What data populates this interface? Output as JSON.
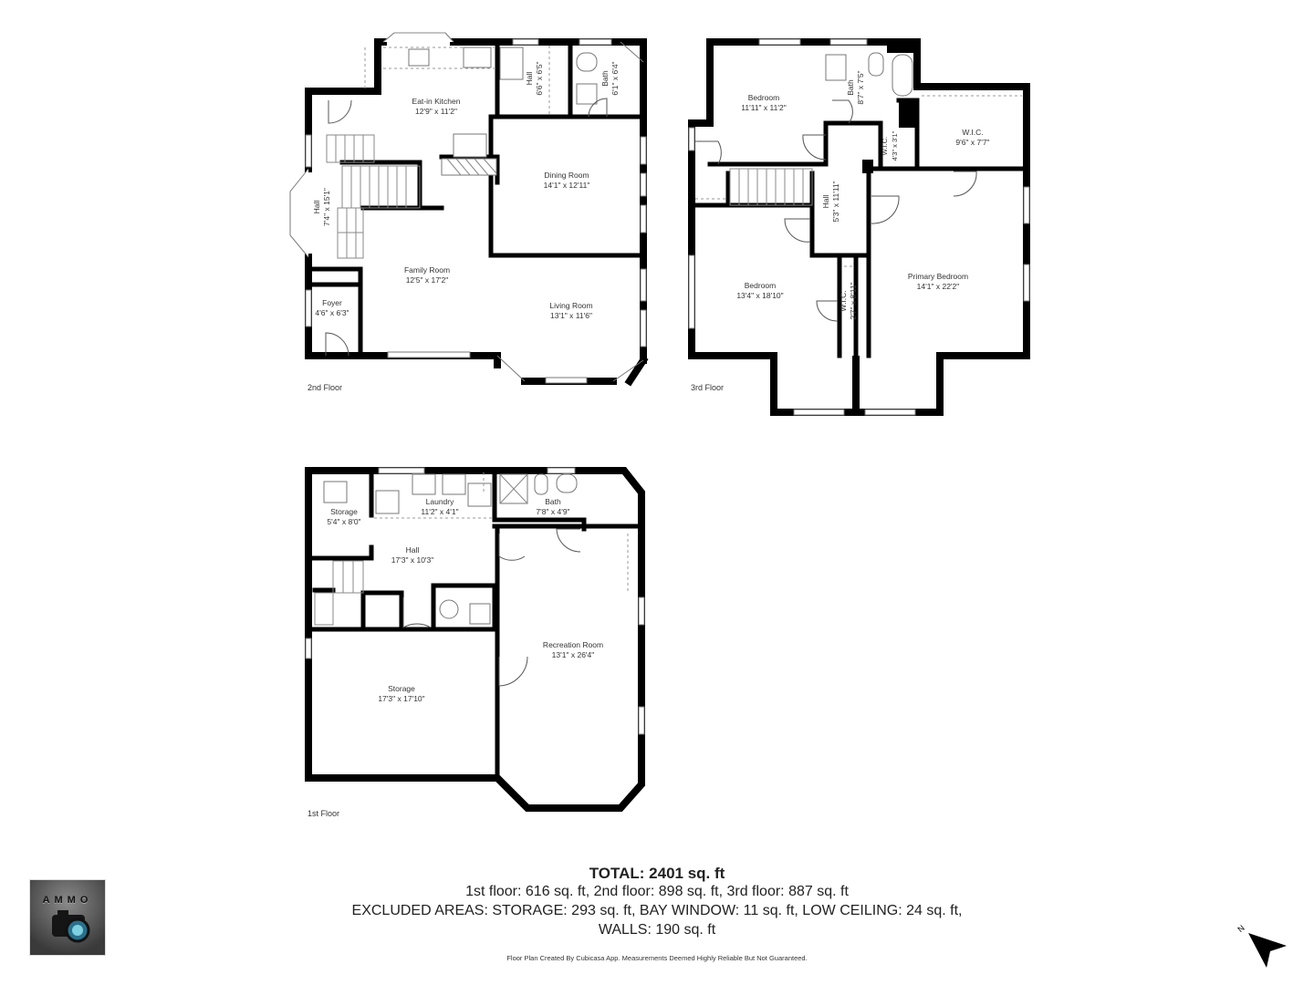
{
  "floors": [
    {
      "name": "2nd Floor",
      "rooms": [
        {
          "name": "Eat-in Kitchen",
          "dims": "12'9\" x 11'2\""
        },
        {
          "name": "Hall",
          "dims": "6'6\" x 6'5\""
        },
        {
          "name": "Bath",
          "dims": "6'1\" x 6'4\""
        },
        {
          "name": "Hall",
          "dims": "7'4\" x 15'1\""
        },
        {
          "name": "Dining Room",
          "dims": "14'1\" x 12'11\""
        },
        {
          "name": "Family Room",
          "dims": "12'5\" x 17'2\""
        },
        {
          "name": "Living Room",
          "dims": "13'1\" x 11'6\""
        },
        {
          "name": "Foyer",
          "dims": "4'6\" x 6'3\""
        }
      ]
    },
    {
      "name": "3rd Floor",
      "rooms": [
        {
          "name": "Bedroom",
          "dims": "11'11\" x 11'2\""
        },
        {
          "name": "Bath",
          "dims": "8'7\" x 7'5\""
        },
        {
          "name": "W.I.C.",
          "dims": "4'3\" x 3'1\""
        },
        {
          "name": "W.I.C.",
          "dims": "9'6\" x 7'7\""
        },
        {
          "name": "Hall",
          "dims": "5'3\" x 11'11\""
        },
        {
          "name": "Bedroom",
          "dims": "13'4\" x 18'10\""
        },
        {
          "name": "W.I.C.",
          "dims": "2'7\" x 8'11\""
        },
        {
          "name": "Primary Bedroom",
          "dims": "14'1\" x 22'2\""
        }
      ]
    },
    {
      "name": "1st Floor",
      "rooms": [
        {
          "name": "Storage",
          "dims": "5'4\" x 8'0\""
        },
        {
          "name": "Laundry",
          "dims": "11'2\" x 4'1\""
        },
        {
          "name": "Bath",
          "dims": "7'8\" x 4'9\""
        },
        {
          "name": "Hall",
          "dims": "17'3\" x 10'3\""
        },
        {
          "name": "Recreation Room",
          "dims": "13'1\" x 26'4\""
        },
        {
          "name": "Storage",
          "dims": "17'3\" x 17'10\""
        }
      ]
    }
  ],
  "summary": {
    "total": "TOTAL: 2401 sq. ft",
    "floors_line": "1st floor: 616 sq. ft, 2nd floor: 898 sq. ft, 3rd floor: 887 sq. ft",
    "excluded_line": "EXCLUDED AREAS: STORAGE: 293 sq. ft, BAY WINDOW: 11 sq. ft, LOW CEILING: 24 sq. ft,",
    "walls_line": "WALLS: 190 sq. ft"
  },
  "disclaimer": "Floor Plan Created By Cubicasa App. Measurements Deemed Highly Reliable But Not Guaranteed.",
  "logo": {
    "text": "AMMO",
    "icon": "camera-icon"
  },
  "compass": {
    "label": "N",
    "icon": "north-arrow-icon"
  },
  "colors": {
    "wall": "#000000",
    "background": "#ffffff",
    "text": "#333333"
  }
}
